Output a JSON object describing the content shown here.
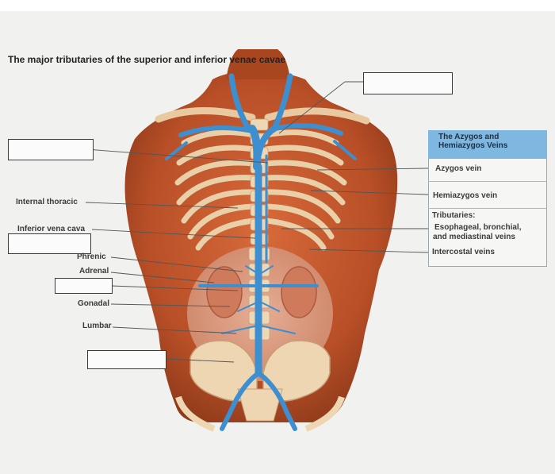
{
  "title": "The major tributaries of the superior and inferior venae cavae",
  "left_labels": {
    "internal_thoracic": "Internal thoracic",
    "inferior_vena_cava": "Inferior vena cava",
    "phrenic": "Phrenic",
    "adrenal": "Adrenal",
    "gonadal": "Gonadal",
    "lumbar": "Lumbar"
  },
  "panel": {
    "heading_line1": "The Azygos and",
    "heading_line2": "Hemiazygos Veins",
    "azygos": "Azygos vein",
    "hemiazygos": "Hemiazygos vein",
    "tributaries_heading": "Tributaries:",
    "tributaries_line1": "Esophageal, bronchial,",
    "tributaries_line2": "and mediastinal veins",
    "intercostal": "Intercostal veins"
  },
  "colors": {
    "skin": "#c0582e",
    "bone": "#e9c9a0",
    "vein": "#3e8fd0",
    "kidney": "#d2856a",
    "panel_heading": "#7eb7e0"
  }
}
